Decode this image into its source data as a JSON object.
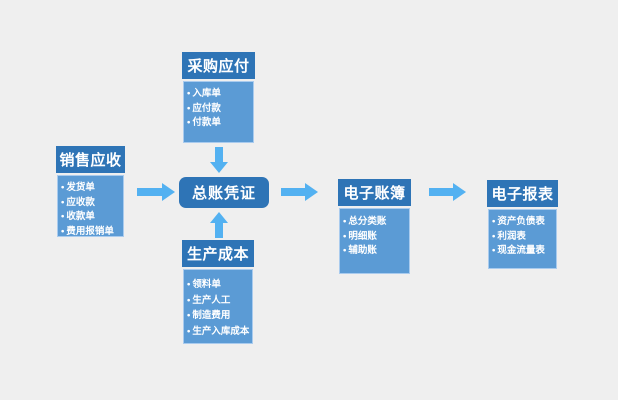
{
  "colors": {
    "page_bg": "#efefef",
    "header_bg": "#2e74b6",
    "body_bg": "#5b9bd5",
    "body_border": "#a9cbee",
    "arrow": "#53b1f1",
    "text": "#ffffff"
  },
  "diagram": {
    "sales": {
      "title": "销售应收",
      "items": [
        "发货单",
        "应收款",
        "收款单",
        "费用报销单"
      ]
    },
    "purchase": {
      "title": "采购应付",
      "items": [
        "入库单",
        "应付款",
        "付款单"
      ]
    },
    "production": {
      "title": "生产成本",
      "items": [
        "领料单",
        "生产人工",
        "制造费用",
        "生产入库成本"
      ]
    },
    "voucher": {
      "title": "总账凭证"
    },
    "ledger": {
      "title": "电子账簿",
      "items": [
        "总分类账",
        "明细账",
        "辅助账"
      ]
    },
    "report": {
      "title": "电子报表",
      "items": [
        "资产负债表",
        "利润表",
        "现金流量表"
      ]
    },
    "flow": [
      {
        "from": "sales",
        "to": "voucher"
      },
      {
        "from": "purchase",
        "to": "voucher"
      },
      {
        "from": "production",
        "to": "voucher"
      },
      {
        "from": "voucher",
        "to": "ledger"
      },
      {
        "from": "ledger",
        "to": "report"
      }
    ]
  }
}
